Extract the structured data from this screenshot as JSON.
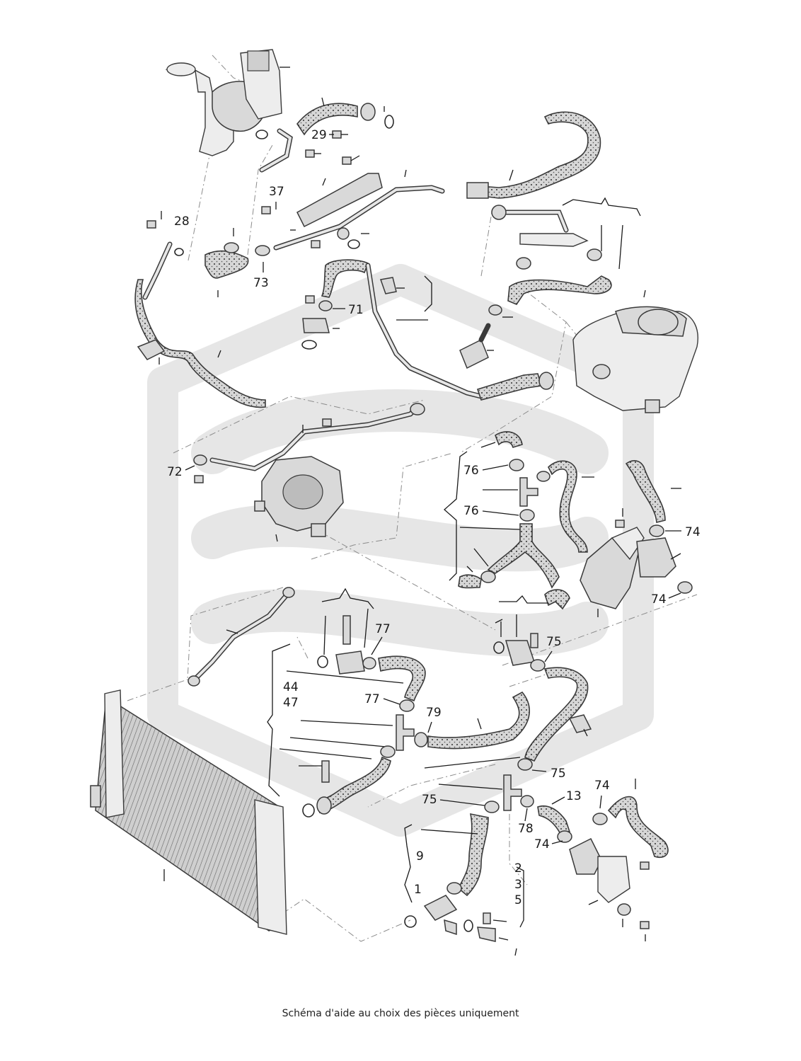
{
  "watermark": {
    "color": "#e4e4e4"
  },
  "colors": {
    "line": "#1a1a1a",
    "hose_fill": "#d6d6d6",
    "part_fill": "#d9d9d9"
  },
  "callouts": {
    "c28": "28",
    "c29": "29",
    "c37": "37",
    "c73": "73",
    "c71": "71",
    "c72": "72",
    "c76a": "76",
    "c76b": "76",
    "c74a": "74",
    "c74b": "74",
    "c77a": "77",
    "c77b": "77",
    "c44": "44",
    "c47": "47",
    "c79": "79",
    "c75a": "75",
    "c75b": "75",
    "c75c": "75",
    "c13": "13",
    "c74c": "74",
    "c78": "78",
    "c74d": "74",
    "c9": "9",
    "c1": "1",
    "c2": "2",
    "c3": "3",
    "c5": "5"
  },
  "caption": "Schéma d'aide au choix des pièces uniquement"
}
